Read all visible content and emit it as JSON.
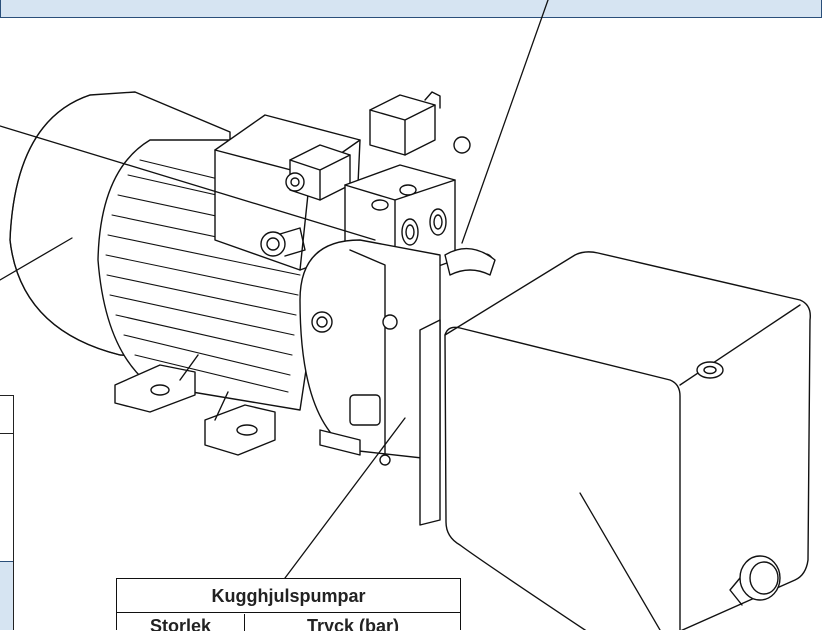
{
  "table": {
    "title": "Kugghjulspumpar",
    "columns": [
      "Storlek",
      "Tryck (bar)"
    ]
  },
  "colors": {
    "banner_fill": "#d6e4f2",
    "banner_border": "#2a4f7a",
    "line": "#111111"
  }
}
